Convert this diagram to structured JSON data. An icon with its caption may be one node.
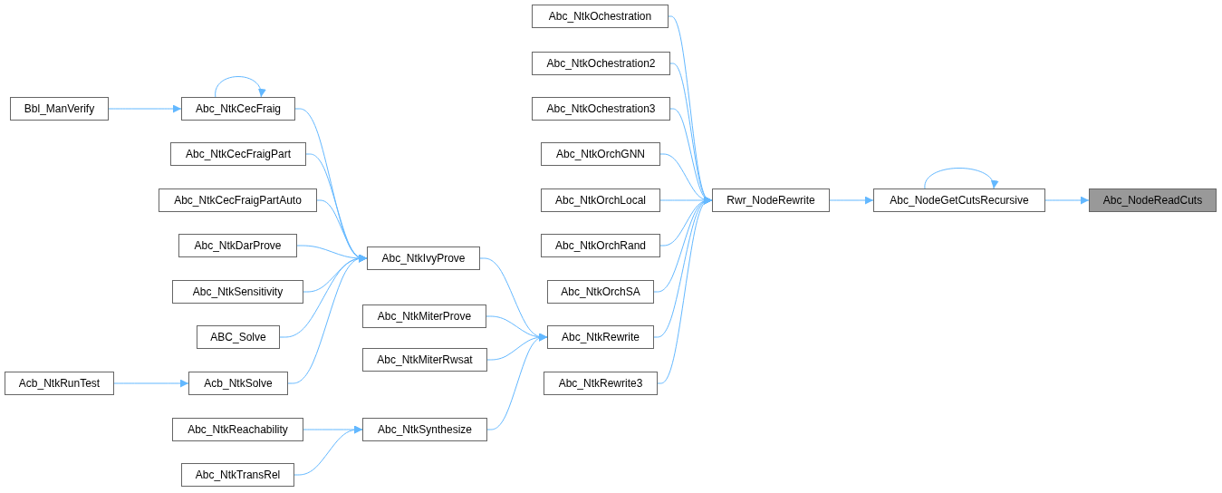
{
  "diagram": {
    "nodes": [
      {
        "text": [
          "Abc_NodeReadCuts"
        ]
      },
      {
        "text": [
          "Abc_NodeGetCutsRecursive"
        ]
      },
      {
        "text": [
          "Rwr_NodeRewrite"
        ]
      },
      {
        "text": [
          "Abc_NtkOchestration"
        ]
      },
      {
        "text": [
          "Abc_NtkOchestration2"
        ]
      },
      {
        "text": [
          "Abc_NtkOchestration3"
        ]
      },
      {
        "text": [
          "Abc_NtkOrchGNN"
        ]
      },
      {
        "text": [
          "Abc_NtkOrchLocal"
        ]
      },
      {
        "text": [
          "Abc_NtkOrchRand"
        ]
      },
      {
        "text": [
          "Abc_NtkOrchSA"
        ]
      },
      {
        "text": [
          "Abc_NtkRewrite"
        ]
      },
      {
        "text": [
          "Abc_NtkRewrite3"
        ]
      },
      {
        "text": [
          "Abc_NtkIvyProve"
        ]
      },
      {
        "text": [
          "Abc_NtkMiterProve"
        ]
      },
      {
        "text": [
          "Abc_NtkMiterRwsat"
        ]
      },
      {
        "text": [
          "Abc_NtkSynthesize"
        ]
      },
      {
        "text": [
          "Abc_NtkCecFraig"
        ]
      },
      {
        "text": [
          "Abc_NtkCecFraigPart"
        ]
      },
      {
        "text": [
          "Abc_NtkCecFraigPartAuto"
        ]
      },
      {
        "text": [
          "Abc_NtkDarProve"
        ]
      },
      {
        "text": [
          "Abc_NtkSensitivity"
        ]
      },
      {
        "text": [
          "ABC_Solve"
        ]
      },
      {
        "text": [
          "Acb_NtkSolve"
        ]
      },
      {
        "text": [
          "Abc_NtkReachability"
        ]
      },
      {
        "text": [
          "Abc_NtkTransRel"
        ]
      },
      {
        "text": [
          "Bbl_ManVerify"
        ]
      },
      {
        "text": [
          "Acb_NtkRunTest"
        ]
      }
    ],
    "edges": [
      {
        "from": 1,
        "to": 0,
        "arrow": "to"
      },
      {
        "from": 1,
        "to": 1,
        "arrow": "to"
      },
      {
        "from": 2,
        "to": 1,
        "arrow": "to"
      },
      {
        "from": 3,
        "to": 2,
        "arrow": "to"
      },
      {
        "from": 4,
        "to": 2,
        "arrow": "to"
      },
      {
        "from": 5,
        "to": 2,
        "arrow": "to"
      },
      {
        "from": 6,
        "to": 2,
        "arrow": "to"
      },
      {
        "from": 7,
        "to": 2,
        "arrow": "to"
      },
      {
        "from": 8,
        "to": 2,
        "arrow": "to"
      },
      {
        "from": 9,
        "to": 2,
        "arrow": "to"
      },
      {
        "from": 10,
        "to": 2,
        "arrow": "to"
      },
      {
        "from": 11,
        "to": 2,
        "arrow": "to"
      },
      {
        "from": 12,
        "to": 10,
        "arrow": "to"
      },
      {
        "from": 13,
        "to": 10,
        "arrow": "to"
      },
      {
        "from": 14,
        "to": 10,
        "arrow": "to"
      },
      {
        "from": 15,
        "to": 10,
        "arrow": "to"
      },
      {
        "from": 16,
        "to": 12,
        "arrow": "to"
      },
      {
        "from": 16,
        "to": 16,
        "arrow": "to"
      },
      {
        "from": 17,
        "to": 12,
        "arrow": "to"
      },
      {
        "from": 18,
        "to": 12,
        "arrow": "to"
      },
      {
        "from": 19,
        "to": 12,
        "arrow": "to"
      },
      {
        "from": 20,
        "to": 12,
        "arrow": "to"
      },
      {
        "from": 21,
        "to": 12,
        "arrow": "to"
      },
      {
        "from": 22,
        "to": 12,
        "arrow": "to"
      },
      {
        "from": 25,
        "to": 16,
        "arrow": "to"
      },
      {
        "from": 26,
        "to": 22,
        "arrow": "to"
      },
      {
        "from": 23,
        "to": 15,
        "arrow": "to"
      },
      {
        "from": 24,
        "to": 15,
        "arrow": "to"
      }
    ]
  }
}
